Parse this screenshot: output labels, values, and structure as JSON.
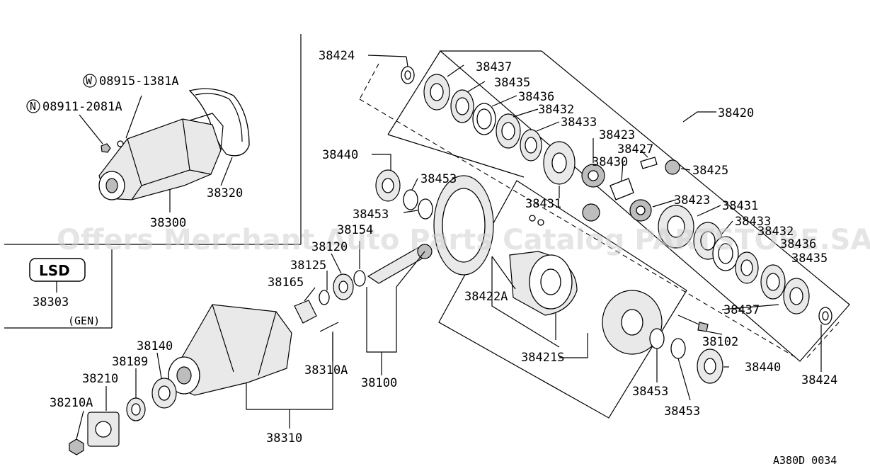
{
  "labels": {
    "w_part": "08915-1381A",
    "n_part": "08911-2081A",
    "w_marker": "W",
    "n_marker": "N",
    "p38320": "38320",
    "p38300": "38300",
    "lsd_box": "LSD",
    "p38303": "38303",
    "gen_note": "(GEN)",
    "p38424_top": "38424",
    "p38437_top": "38437",
    "p38435_top": "38435",
    "p38436_top": "38436",
    "p38432_top": "38432",
    "p38433_top": "38433",
    "p38423_top": "38423",
    "p38427": "38427",
    "p38430": "38430",
    "p38425": "38425",
    "p38420": "38420",
    "p38440_top": "38440",
    "p38453_a": "38453",
    "p38453_b": "38453",
    "p38431_left": "38431",
    "p38423_mid": "38423",
    "p38431_right": "38431",
    "p38433_mid": "38433",
    "p38432_mid": "38432",
    "p38436_mid": "38436",
    "p38435_mid": "38435",
    "p38437_bot": "38437",
    "p38154": "38154",
    "p38120": "38120",
    "p38125": "38125",
    "p38165": "38165",
    "p38422A": "38422A",
    "p38421S": "38421S",
    "p38102": "38102",
    "p38440_bot": "38440",
    "p38424_bot": "38424",
    "p38453_c": "38453",
    "p38453_d": "38453",
    "p38100": "38100",
    "p38310A": "38310A",
    "p38140": "38140",
    "p38189": "38189",
    "p38210": "38210",
    "p38210A": "38210A",
    "p38310": "38310",
    "figure_code": "A380D 0034"
  },
  "watermark": "Offers Merchant Auto Parts Catalog PARTSTORE.SA",
  "colors": {
    "ink": "#000000",
    "paper": "#ffffff",
    "watermark": "#cfcfcf"
  }
}
